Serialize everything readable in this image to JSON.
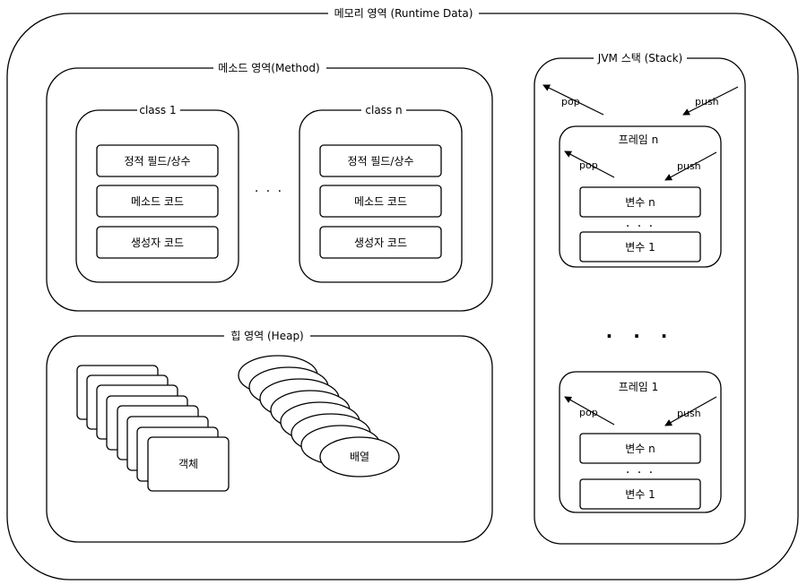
{
  "runtime": {
    "title": "메모리 영역 (Runtime Data)"
  },
  "method_area": {
    "title": "메소드 영역(Method)",
    "class_1": {
      "title": "class 1",
      "items": [
        "정적 필드/상수",
        "메소드 코드",
        "생성자 코드"
      ]
    },
    "class_n": {
      "title": "class n",
      "items": [
        "정적 필드/상수",
        "메소드 코드",
        "생성자 코드"
      ]
    },
    "ellipsis": "· · ·"
  },
  "heap": {
    "title": "힙 영역 (Heap)",
    "object_label": "객체",
    "array_label": "배열"
  },
  "stack": {
    "title": "JVM 스택 (Stack)",
    "pop_label": "pop",
    "push_label": "push",
    "ellipsis": "· · ·",
    "frames": [
      {
        "title": "프레임 n",
        "pop_label": "pop",
        "push_label": "push",
        "top_var": "변수 n",
        "bottom_var": "변수 1",
        "ellipsis": "· · ·"
      },
      {
        "title": "프레임 1",
        "pop_label": "pop",
        "push_label": "push",
        "top_var": "변수 n",
        "bottom_var": "변수 1",
        "ellipsis": "· · ·"
      }
    ]
  }
}
